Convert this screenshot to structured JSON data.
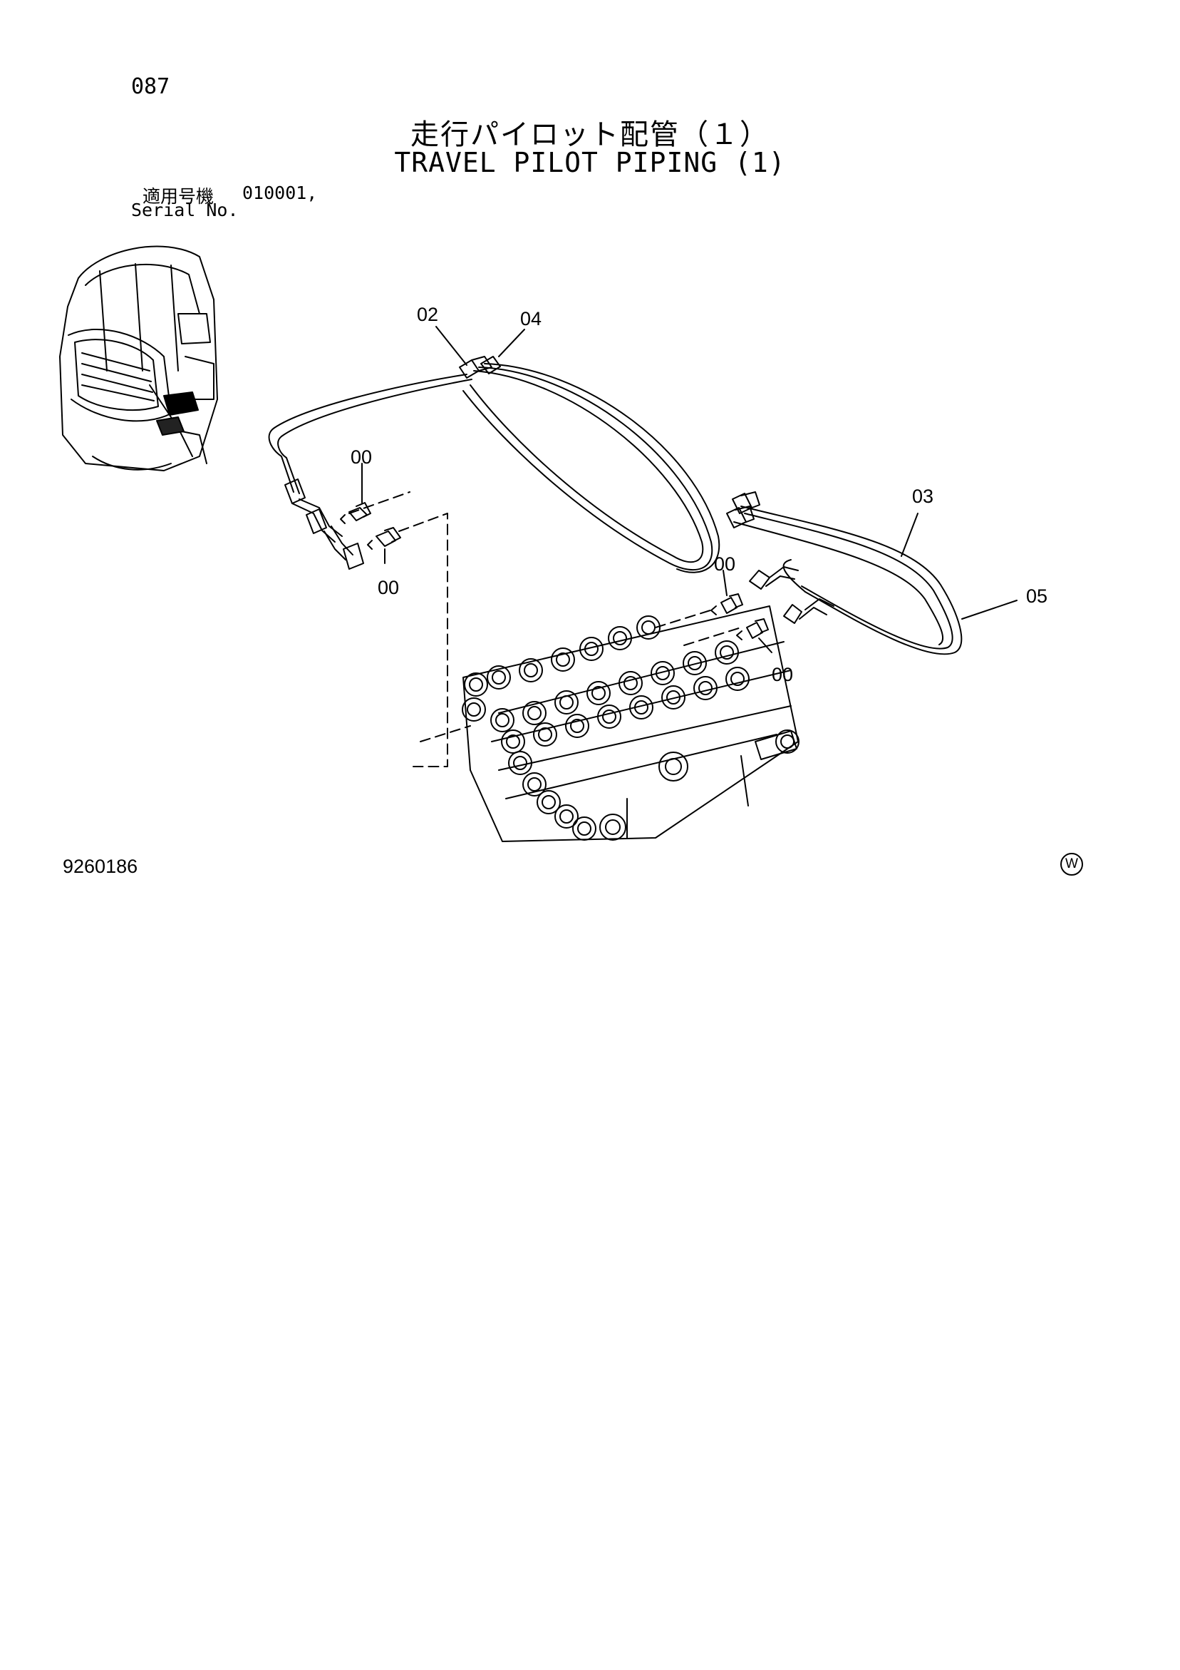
{
  "header": {
    "page_number": "087",
    "title_jp": "走行パイロット配管（１）",
    "title_en": "TRAVEL PILOT PIPING (1)",
    "serial_label_jp": "適用号機",
    "serial_value": "010001,",
    "serial_label_en": "Serial No."
  },
  "callouts": {
    "c02": "02",
    "c04": "04",
    "c00_a": "00",
    "c00_b": "00",
    "c00_c": "00",
    "c00_d": "00",
    "c03": "03",
    "c05": "05"
  },
  "footer": {
    "drawing_number": "9260186",
    "mark": "W"
  }
}
